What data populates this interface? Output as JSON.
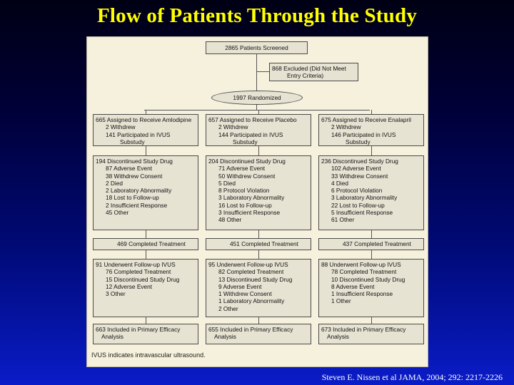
{
  "slide": {
    "title": "Flow of Patients Through the Study",
    "citation": "Steven E. Nissen et al JAMA,  2004; 292:  2217-2226"
  },
  "flow": {
    "screened": "2865 Patients Screened",
    "excluded": [
      "868  Excluded (Did Not Meet",
      "Entry Criteria)"
    ],
    "randomized": "1997  Randomized",
    "note": "IVUS indicates intravascular ultrasound.",
    "columns": [
      {
        "assigned": [
          "665  Assigned to Receive Amlodipine",
          "2  Withdrew",
          "141  Participated in IVUS",
          "Substudy"
        ],
        "discontinued": [
          "194  Discontinued Study Drug",
          "87  Adverse Event",
          "38  Withdrew Consent",
          "2  Died",
          "2  Laboratory Abnormality",
          "18  Lost to Follow-up",
          "2  Insufficient Response",
          "45  Other"
        ],
        "completed": "469  Completed Treatment",
        "followup": [
          "91  Underwent Follow-up IVUS",
          "76  Completed Treatment",
          "15  Discontinued Study Drug",
          "12  Adverse Event",
          "3  Other"
        ],
        "primary": [
          "663  Included in Primary Efficacy",
          "Analysis"
        ]
      },
      {
        "assigned": [
          "657  Assigned to Receive Placebo",
          "2  Withdrew",
          "144  Participated in IVUS",
          "Substudy"
        ],
        "discontinued": [
          "204  Discontinued Study Drug",
          "71  Adverse Event",
          "50  Withdrew Consent",
          "5  Died",
          "8  Protocol Violation",
          "3  Laboratory Abnormality",
          "16  Lost to Follow-up",
          "3  Insufficient Response",
          "48  Other"
        ],
        "completed": "451  Completed Treatment",
        "followup": [
          "95  Underwent Follow-up IVUS",
          "82  Completed Treatment",
          "13  Discontinued Study Drug",
          "9  Adverse Event",
          "1  Withdrew Consent",
          "1  Laboratory Abnormality",
          "2  Other"
        ],
        "primary": [
          "655  Included in Primary Efficacy",
          "Analysis"
        ]
      },
      {
        "assigned": [
          "675  Assigned to Receive Enalapril",
          "2  Withdrew",
          "146  Participated in IVUS",
          "Substudy"
        ],
        "discontinued": [
          "236  Discontinued Study Drug",
          "102  Adverse Event",
          "33  Withdrew Consent",
          "4  Died",
          "6  Protocol Violation",
          "3  Laboratory Abnormality",
          "22  Lost to Follow-up",
          "5  Insufficient Response",
          "61  Other"
        ],
        "completed": "437  Completed Treatment",
        "followup": [
          "88  Underwent Follow-up IVUS",
          "78  Completed Treatment",
          "10  Discontinued Study Drug",
          "8  Adverse Event",
          "1  Insufficient Response",
          "1  Other"
        ],
        "primary": [
          "673  Included in Primary Efficacy",
          "Analysis"
        ]
      }
    ]
  }
}
